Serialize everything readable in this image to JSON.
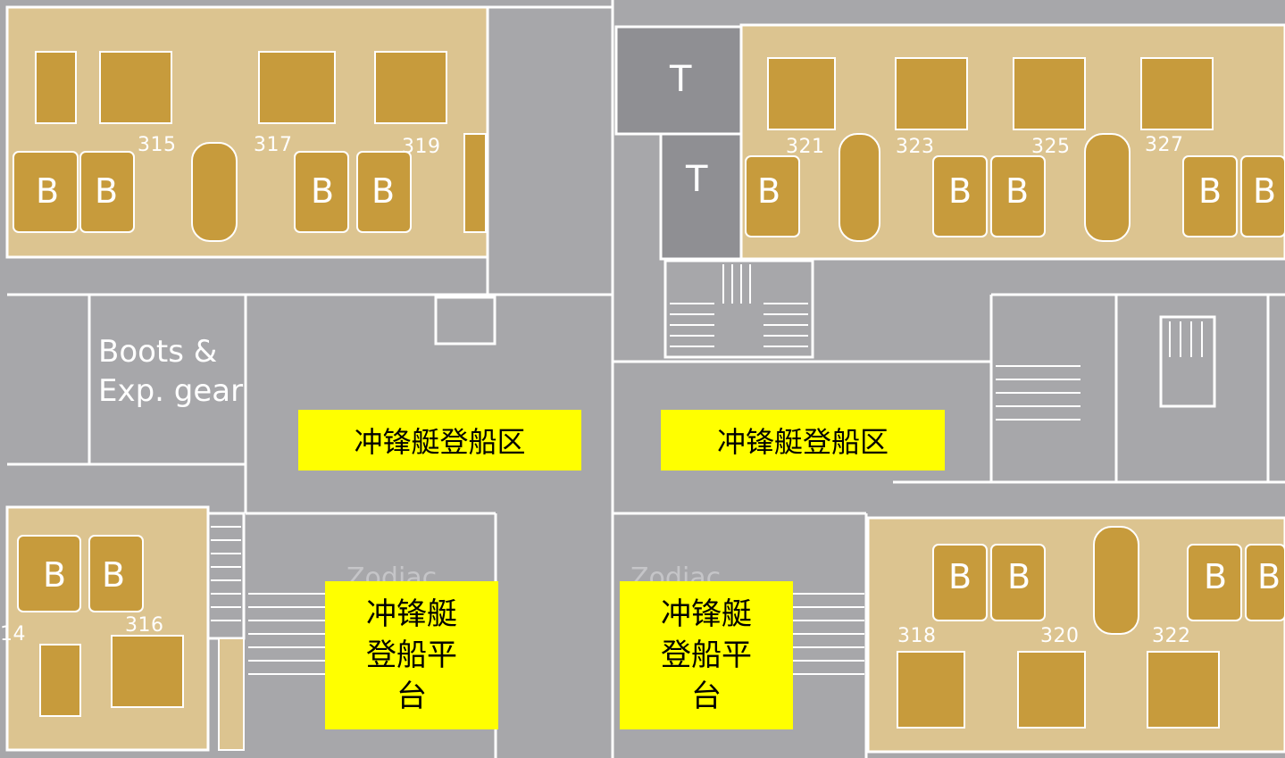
{
  "colors": {
    "corridor": "#a7a7aa",
    "corridor_dark": "#9b9b9e",
    "cabin": "#dcc490",
    "furniture": "#c79b3c",
    "wall": "#ffffff",
    "highlight": "#ffff00"
  },
  "cabins_top": [
    "315",
    "317",
    "319",
    "321",
    "323",
    "325",
    "327"
  ],
  "cabins_bottom": [
    "316",
    "318",
    "320",
    "322"
  ],
  "cabin_fragment": "14",
  "bed_letter": "B",
  "toilet_letter": "T",
  "storage_room": {
    "line1": "Boots &",
    "line2": "Exp. gear"
  },
  "zodiac_partial": "Zodiac",
  "embark_area": {
    "left": "冲锋艇登船区",
    "right": "冲锋艇登船区"
  },
  "embark_platform": {
    "left": {
      "line1": "冲锋艇",
      "line2": "登船平",
      "line3": "台"
    },
    "right": {
      "line1": "冲锋艇",
      "line2": "登船平",
      "line3": "台"
    }
  }
}
